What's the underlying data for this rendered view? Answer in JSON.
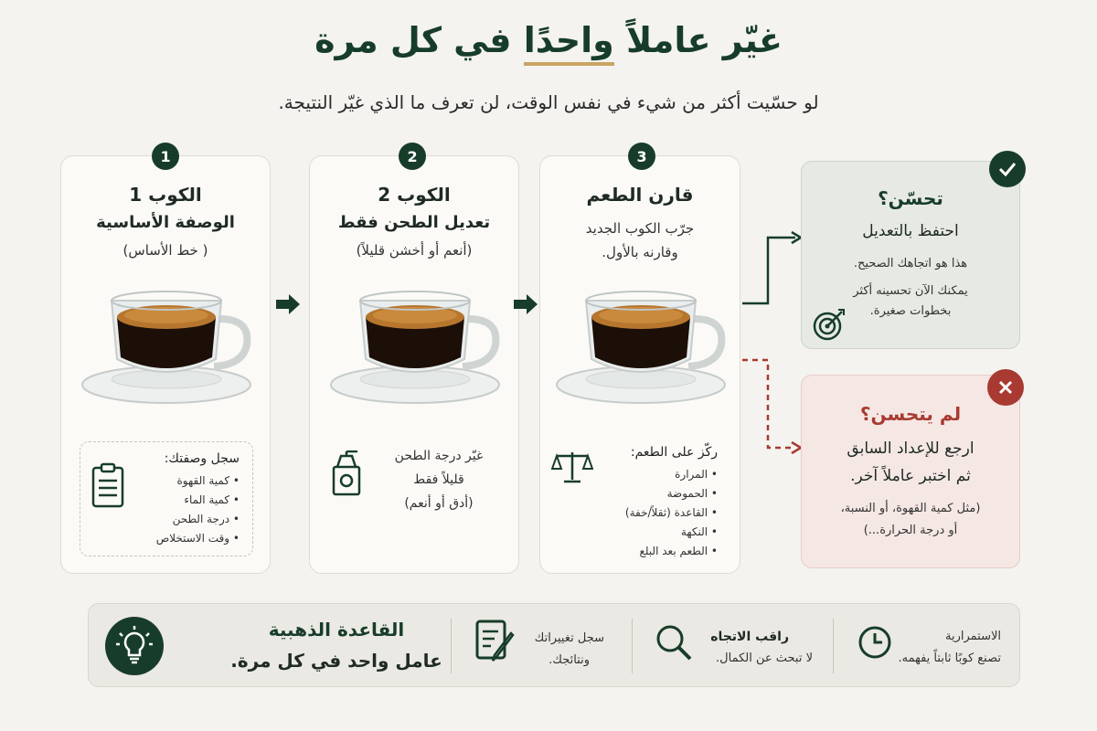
{
  "header": {
    "title_pre": "غيّر عاملاً ",
    "title_highlight": "واحدًا",
    "title_post": " في كل مرة",
    "subtitle": "لو حسّيت أكثر من شيء في نفس الوقت، لن تعرف ما الذي غيّر النتيجة."
  },
  "steps": [
    {
      "number": "1",
      "title": "الكوب 1",
      "subtitle": "الوصفة الأساسية",
      "note": "( خط الأساس)",
      "box_heading": "سجل وصفتك:",
      "box_items": [
        "كمية القهوة",
        "كمية الماء",
        "درجة الطحن",
        "وقت الاستخلاص"
      ],
      "box_icon": "clipboard-icon"
    },
    {
      "number": "2",
      "title": "الكوب 2",
      "subtitle": "تعديل الطحن فقط",
      "note": "(أنعم أو أخشن قليلاً)",
      "box_lines": [
        "غيّر درجة الطحن",
        "قليلاً فقط",
        "(أدق أو أنعم)"
      ],
      "box_icon": "grinder-icon"
    },
    {
      "number": "3",
      "title": "قارن الطعم",
      "lines": [
        "جرّب الكوب الجديد",
        "وقارنه بالأول."
      ],
      "box_heading": "ركّز على الطعم:",
      "box_items": [
        "المرارة",
        "الحموضة",
        "القاعدة (ثقلاً/خفة)",
        "النكهة",
        "الطعم بعد البلع"
      ],
      "box_icon": "scale-icon"
    }
  ],
  "results": {
    "improved": {
      "title": "تحسّن؟",
      "action": "احتفظ بالتعديل",
      "line1": "هذا هو اتجاهك الصحيح.",
      "line2": "يمكنك الآن تحسينه أكثر",
      "line3": "بخطوات صغيرة.",
      "icon": "check-icon",
      "color": "#173d2a"
    },
    "not_improved": {
      "title": "لم يتحسن؟",
      "action1": "ارجع للإعداد السابق",
      "action2": "ثم اختبر عاملاً آخر.",
      "line1": "(مثل كمية القهوة، أو النسبة،",
      "line2": "أو درجة الحرارة...)",
      "icon": "x-icon",
      "color": "#a83a32"
    }
  },
  "footer": {
    "golden_title": "القاعدة الذهبية",
    "golden_text": "عامل واحد في كل مرة.",
    "tips": [
      {
        "title": "",
        "text1": "سجل تغييراتك",
        "text2": "ونتائجك.",
        "icon": "notes-icon"
      },
      {
        "title": "راقب الاتجاه",
        "text1": "لا تبحث عن الكمال.",
        "text2": "",
        "icon": "magnifier-icon"
      },
      {
        "title": "",
        "text1": "الاستمرارية",
        "text2": "تصنع كوبًا ثابتاً يفهمه.",
        "icon": "clock-icon"
      }
    ]
  },
  "colors": {
    "primary": "#173d2a",
    "accent": "#c9a463",
    "good_bg": "#e6eae3",
    "bad_bg": "#f5e7e4",
    "bad": "#a83a32"
  }
}
